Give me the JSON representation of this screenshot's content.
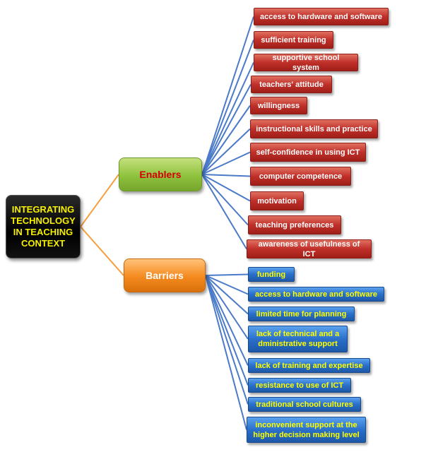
{
  "root": {
    "label": "INTEGRATING TECHNOLOGY IN TEACHING CONTEXT"
  },
  "enablers": {
    "label": "Enablers",
    "items": [
      "access to hardware and software",
      "sufficient training",
      "supportive school system",
      "teachers' attitude",
      "willingness",
      "instructional skills and practice",
      "self-confidence in using ICT",
      "computer competence",
      "motivation",
      "teaching preferences",
      "awareness of usefulness of ICT"
    ]
  },
  "barriers": {
    "label": "Barriers",
    "items": [
      "funding",
      "access to hardware and software",
      "limited time for planning",
      "lack of technical and a dministrative support",
      "lack of training and expertise",
      "resistance to use of ICT",
      "traditional school cultures",
      "inconvenient support at the higher decision making level"
    ]
  },
  "colors": {
    "enablers_fill": "#8fc23e",
    "enablers_text": "#d40000",
    "barriers_fill": "#f48a1e",
    "enabler_leaf_fill": "#c0302a",
    "barrier_leaf_fill": "#2a6fca",
    "barrier_leaf_text": "#ffff00",
    "root_text": "#f6ef00",
    "root_connector": "#f4a040",
    "leaf_connector": "#4a7ac8"
  }
}
